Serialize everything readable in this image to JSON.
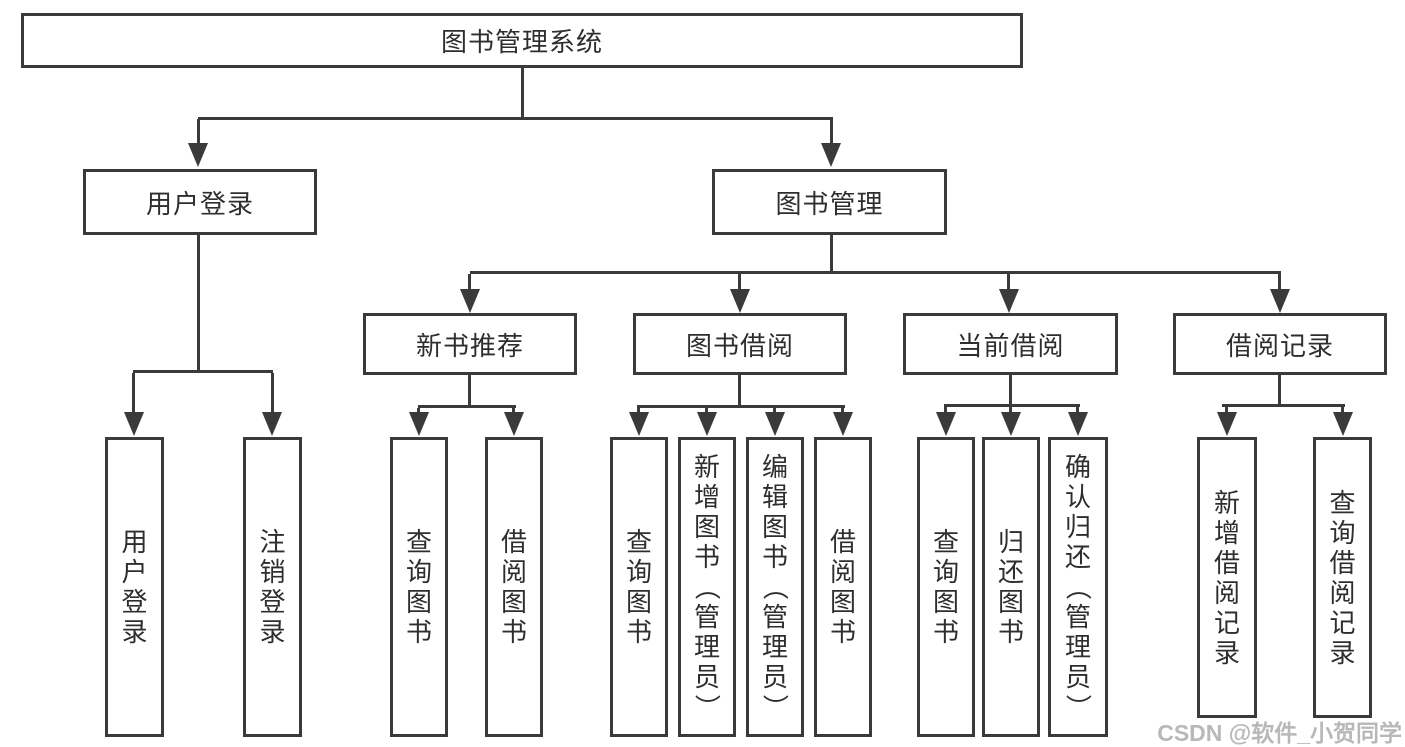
{
  "watermark": "CSDN @软件_小贺同学",
  "colors": {
    "line": "#3a3a3a",
    "text": "#2e2e2e",
    "watermark": "#b8b8b8"
  },
  "tree": {
    "root": "图书管理系统",
    "branches": [
      {
        "label": "用户登录",
        "leaves": [
          "用户登录",
          "注销登录"
        ]
      },
      {
        "label": "图书管理",
        "children": [
          {
            "label": "新书推荐",
            "leaves": [
              "查询图书",
              "借阅图书"
            ]
          },
          {
            "label": "图书借阅",
            "leaves": [
              "查询图书",
              "新增图书（管理员）",
              "编辑图书（管理员）",
              "借阅图书"
            ]
          },
          {
            "label": "当前借阅",
            "leaves": [
              "查询图书",
              "归还图书",
              "确认归还（管理员）"
            ]
          },
          {
            "label": "借阅记录",
            "leaves": [
              "新增借阅记录",
              "查询借阅记录"
            ]
          }
        ]
      }
    ]
  }
}
